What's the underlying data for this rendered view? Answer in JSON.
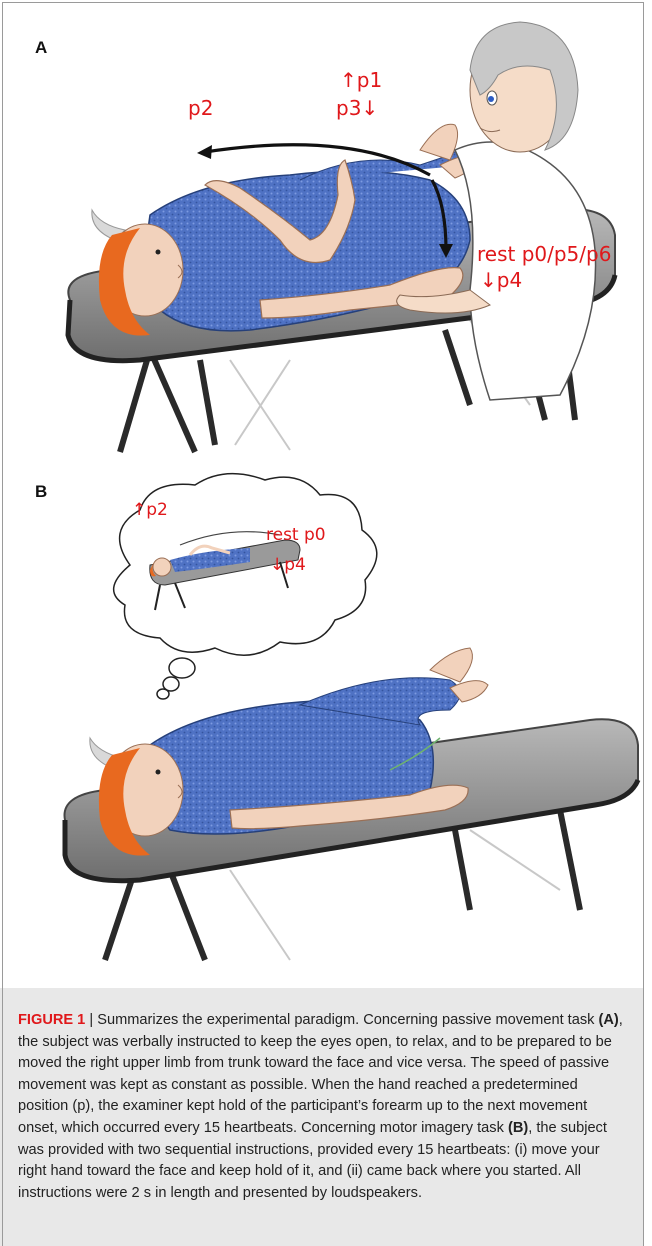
{
  "panel_a": {
    "letter": "A",
    "labels": {
      "p1": "↑p1",
      "p3": "p3↓",
      "p2": "p2",
      "rest": "rest p0/p5/p6",
      "p4": "↓p4"
    }
  },
  "panel_b": {
    "letter": "B",
    "labels": {
      "p2": "↑p2",
      "rest": "rest p0",
      "p4": "↓p4"
    }
  },
  "caption": {
    "figure_label": "FIGURE 1",
    "separator": " | ",
    "intro": "Summarizes the experimental paradigm. Concerning passive movement task ",
    "ref_a": "(A)",
    "part_a": ", the subject was verbally instructed to keep the eyes open, to relax, and to be prepared to be moved the right upper limb from trunk toward the face and vice versa. The speed of passive movement was kept as constant as possible. When the hand reached a predetermined position (p), the examiner kept hold of the participant’s forearm up to the next movement onset, which occurred every 15 heartbeats. Concerning motor imagery task ",
    "ref_b": "(B)",
    "part_b": ", the subject was provided with two sequential instructions, provided every 15 heartbeats: (i) move your right hand toward the face and keep hold of it, and (ii) came back where you started. All instructions were 2 s in length and presented by loudspeakers."
  }
}
